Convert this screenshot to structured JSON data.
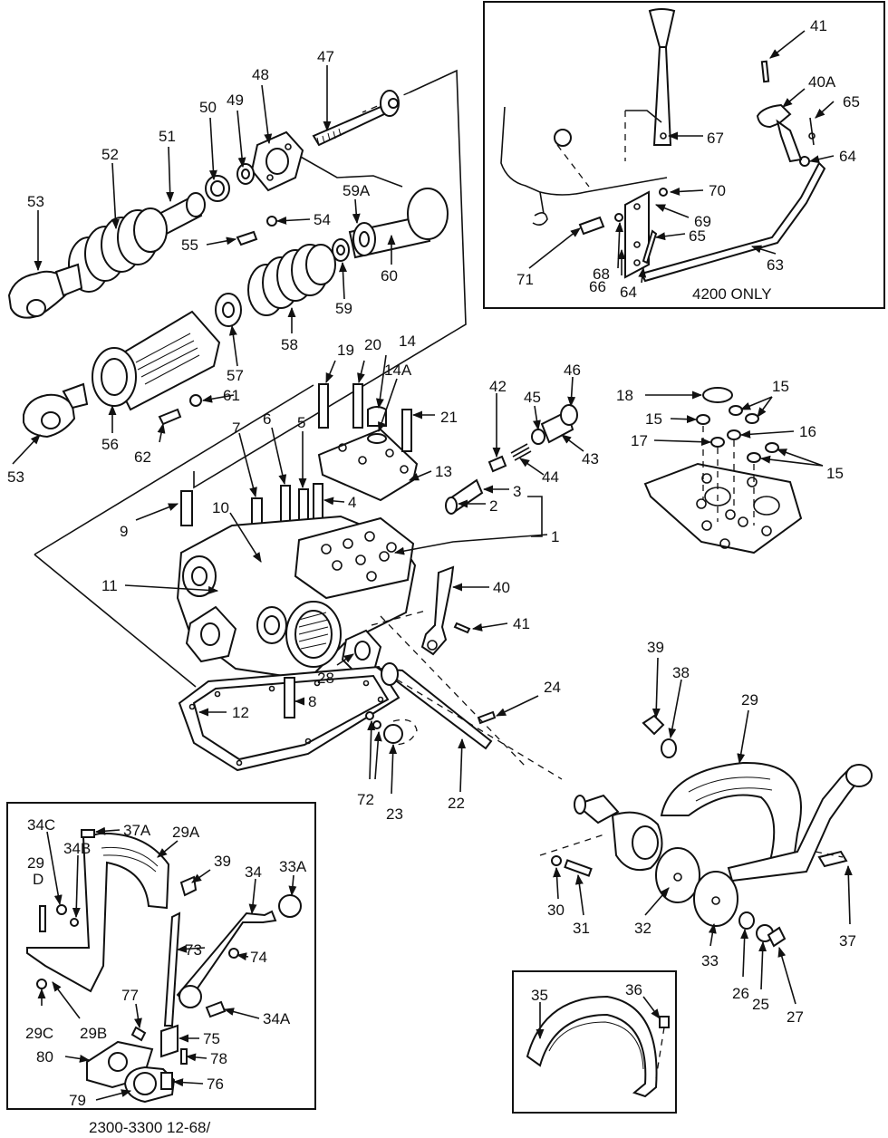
{
  "inset_top_right": {
    "note": "4200 ONLY",
    "callouts": [
      "41",
      "40A",
      "65",
      "67",
      "64",
      "70",
      "69",
      "65",
      "63",
      "71",
      "68",
      "66",
      "64"
    ]
  },
  "main_callouts": [
    "47",
    "48",
    "49",
    "50",
    "51",
    "52",
    "53",
    "59A",
    "54",
    "55",
    "60",
    "59",
    "57",
    "58",
    "61",
    "56",
    "62",
    "53",
    "19",
    "20",
    "14",
    "14A",
    "21",
    "42",
    "45",
    "46",
    "43",
    "44",
    "13",
    "3",
    "2",
    "1",
    "7",
    "6",
    "5",
    "4",
    "9",
    "10",
    "11",
    "40",
    "41",
    "12",
    "8",
    "28",
    "24",
    "72",
    "23",
    "22",
    "39",
    "38",
    "29",
    "30",
    "31",
    "32",
    "33",
    "26",
    "25",
    "27",
    "37",
    "18",
    "15",
    "15",
    "16",
    "17",
    "15"
  ],
  "inset_bottom_left": {
    "callouts": [
      "34C",
      "37A",
      "29A",
      "34B",
      "29",
      "D",
      "39",
      "34",
      "33A",
      "73",
      "74",
      "34A",
      "29C",
      "29B",
      "77",
      "75",
      "78",
      "80",
      "76",
      "79"
    ]
  },
  "inset_bottom_right": {
    "callouts": [
      "35",
      "36"
    ]
  },
  "footer": {
    "ref": "2300-3300 12-68/"
  }
}
